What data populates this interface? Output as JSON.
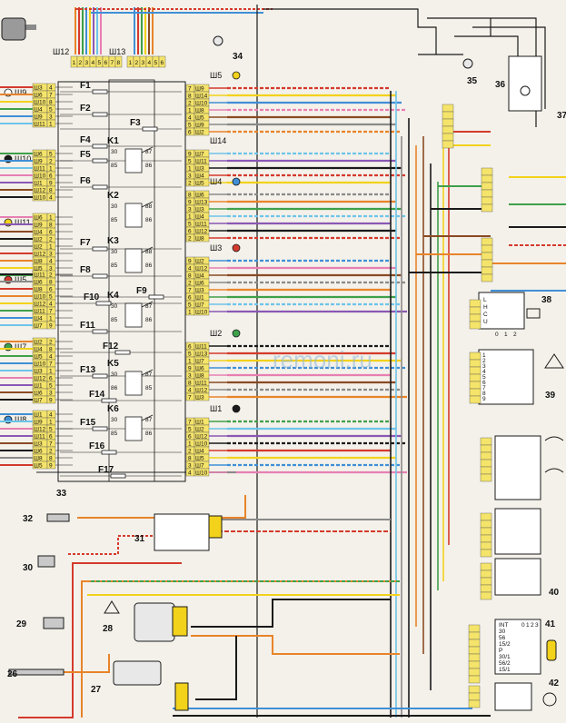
{
  "watermark": "remoni.ru",
  "connectors_top": {
    "sh12": {
      "label": "Ш12",
      "pins": [
        "1",
        "2",
        "3",
        "4",
        "5",
        "6",
        "7",
        "8"
      ]
    },
    "sh13": {
      "label": "Ш13",
      "pins": [
        "1",
        "2",
        "3",
        "4",
        "5",
        "6"
      ]
    }
  },
  "fuses": [
    "F1",
    "F2",
    "F3",
    "F4",
    "F5",
    "F6",
    "F7",
    "F8",
    "F9",
    "F10",
    "F11",
    "F12",
    "F13",
    "F14",
    "F15",
    "F16",
    "F17"
  ],
  "relays": [
    {
      "name": "K1",
      "pins": [
        "30",
        "85",
        "87",
        "86"
      ]
    },
    {
      "name": "K2",
      "pins": [
        "30",
        "85",
        "88",
        "86"
      ]
    },
    {
      "name": "K3",
      "pins": [
        "30",
        "85",
        "88",
        "86"
      ]
    },
    {
      "name": "K4",
      "pins": [
        "30",
        "85",
        "87",
        "86"
      ]
    },
    {
      "name": "K5",
      "pins": [
        "30",
        "86",
        "87",
        "85"
      ]
    },
    {
      "name": "K6",
      "pins": [
        "30",
        "85",
        "87",
        "86"
      ]
    }
  ],
  "left_blocks": [
    {
      "label": "Ш9",
      "rows": [
        [
          "Ш3",
          "4"
        ],
        [
          "Ш6",
          "7"
        ],
        [
          "Ш10",
          "8"
        ],
        [
          "Ш4",
          "5"
        ],
        [
          "Ш9",
          "3"
        ],
        [
          "Ш11",
          "1"
        ]
      ]
    },
    {
      "label": "Ш10",
      "rows": [
        [
          "Ш6",
          "5"
        ],
        [
          "Ш9",
          "2"
        ],
        [
          "Ш11",
          "1"
        ],
        [
          "Ш10",
          "6"
        ],
        [
          "Ш1",
          "9"
        ],
        [
          "Ш12",
          "8"
        ],
        [
          "Ш10",
          "4"
        ]
      ]
    },
    {
      "label": "Ш11",
      "rows": [
        [
          "Ш6",
          "1"
        ],
        [
          "Ш9",
          "8"
        ],
        [
          "Ш4",
          "6"
        ],
        [
          "Ш2",
          "2"
        ],
        [
          "Ш2",
          "1"
        ],
        [
          "Ш12",
          "3"
        ],
        [
          "Ш8",
          "4"
        ],
        [
          "Ш5",
          "3"
        ],
        [
          "Ш3",
          "5"
        ]
      ]
    },
    {
      "label": "Ш5",
      "rows": [
        [
          "Ш11",
          "2"
        ],
        [
          "Ш6",
          "8"
        ],
        [
          "Ш8",
          "6"
        ],
        [
          "Ш10",
          "5"
        ],
        [
          "Ш12",
          "4"
        ],
        [
          "Ш11",
          "7"
        ],
        [
          "Ш4",
          "1"
        ],
        [
          "Ш7",
          "9"
        ]
      ]
    },
    {
      "label": "Ш7",
      "rows": [
        [
          "Ш2",
          "2"
        ],
        [
          "Ш4",
          "8"
        ],
        [
          "Ш5",
          "4"
        ],
        [
          "Ш10",
          "7"
        ],
        [
          "Ш3",
          "1"
        ],
        [
          "Ш12",
          "6"
        ],
        [
          "Ш1",
          "5"
        ],
        [
          "Ш6",
          "3"
        ],
        [
          "Ш7",
          "9"
        ]
      ]
    },
    {
      "label": "Ш8",
      "rows": [
        [
          "Ш1",
          "4"
        ],
        [
          "Ш9",
          "1"
        ],
        [
          "Ш12",
          "5"
        ],
        [
          "Ш11",
          "6"
        ],
        [
          "Ш3",
          "7"
        ],
        [
          "Ш6",
          "2"
        ],
        [
          "Ш8",
          "8"
        ],
        [
          "Ш5",
          "9"
        ]
      ]
    }
  ],
  "right_blocks": [
    {
      "label": "Ш5",
      "rows": [
        [
          "7",
          "Ш9"
        ],
        [
          "8",
          "Ш14"
        ],
        [
          "2",
          "Ш10"
        ],
        [
          "1",
          "Ш8"
        ],
        [
          "4",
          "Ш5"
        ],
        [
          "5",
          "Ш9"
        ],
        [
          "6",
          "Ш2"
        ]
      ]
    },
    {
      "label": "Ш14",
      "rows": [
        [
          "9",
          "Ш7"
        ],
        [
          "5",
          "Ш11"
        ],
        [
          "1",
          "Ш3"
        ],
        [
          "3",
          "Ш4"
        ],
        [
          "2",
          "Ш5"
        ]
      ]
    },
    {
      "label": "Ш4",
      "rows": [
        [
          "8",
          "Ш6"
        ],
        [
          "9",
          "Ш13"
        ],
        [
          "3",
          "Ш3"
        ],
        [
          "1",
          "Ш4"
        ],
        [
          "5",
          "Ш11"
        ],
        [
          "6",
          "Ш12"
        ],
        [
          "2",
          "Ш8"
        ]
      ]
    },
    {
      "label": "Ш3",
      "rows": [
        [
          "9",
          "Ш2"
        ],
        [
          "4",
          "Ш12"
        ],
        [
          "8",
          "Ш4"
        ],
        [
          "2",
          "Ш6"
        ],
        [
          "7",
          "Ш3"
        ],
        [
          "6",
          "Ш1"
        ],
        [
          "5",
          "Ш7"
        ],
        [
          "1",
          "Ш10"
        ]
      ]
    },
    {
      "label": "Ш2",
      "rows": [
        [
          "6",
          "Ш11"
        ],
        [
          "5",
          "Ш13"
        ],
        [
          "1",
          "Ш7"
        ],
        [
          "9",
          "Ш6"
        ],
        [
          "3",
          "Ш8"
        ],
        [
          "8",
          "Ш11"
        ],
        [
          "4",
          "Ш12"
        ],
        [
          "7",
          "Ш3"
        ]
      ]
    },
    {
      "label": "Ш1",
      "rows": [
        [
          "7",
          "Ш1"
        ],
        [
          "5",
          "Ш2"
        ],
        [
          "6",
          "Ш12"
        ],
        [
          "1",
          "Ш10"
        ],
        [
          "2",
          "Ш4"
        ],
        [
          "8",
          "Ш5"
        ],
        [
          "3",
          "Ш7"
        ],
        [
          "4",
          "Ш10"
        ]
      ]
    }
  ],
  "callouts": [
    "26",
    "27",
    "28",
    "29",
    "30",
    "31",
    "32",
    "33",
    "34",
    "35",
    "36",
    "37",
    "38",
    "39",
    "40",
    "41",
    "42"
  ],
  "switch_pins": {
    "s38": [
      "L",
      "H",
      "C",
      "U"
    ],
    "s38_pos": [
      "0",
      "1",
      "2"
    ],
    "s39": [
      "1",
      "2",
      "3",
      "4",
      "5",
      "6",
      "7",
      "8",
      "9"
    ],
    "s41": [
      "INT",
      "30",
      "56",
      "15/2",
      "P",
      "30/1",
      "56/2",
      "15/1"
    ],
    "s41_pos": [
      "0",
      "1",
      "2",
      "3"
    ]
  },
  "wire_colors": {
    "red": "#d43a2c",
    "orange": "#e8842a",
    "yellow": "#f2d21b",
    "green": "#3ea04a",
    "blue": "#3f8fd6",
    "lightblue": "#6ec4ea",
    "pink": "#e77fb2",
    "violet": "#8a58b4",
    "brown": "#8a4a22",
    "black": "#1a1a1a",
    "gray": "#8a8a8a",
    "white": "#ffffff"
  }
}
